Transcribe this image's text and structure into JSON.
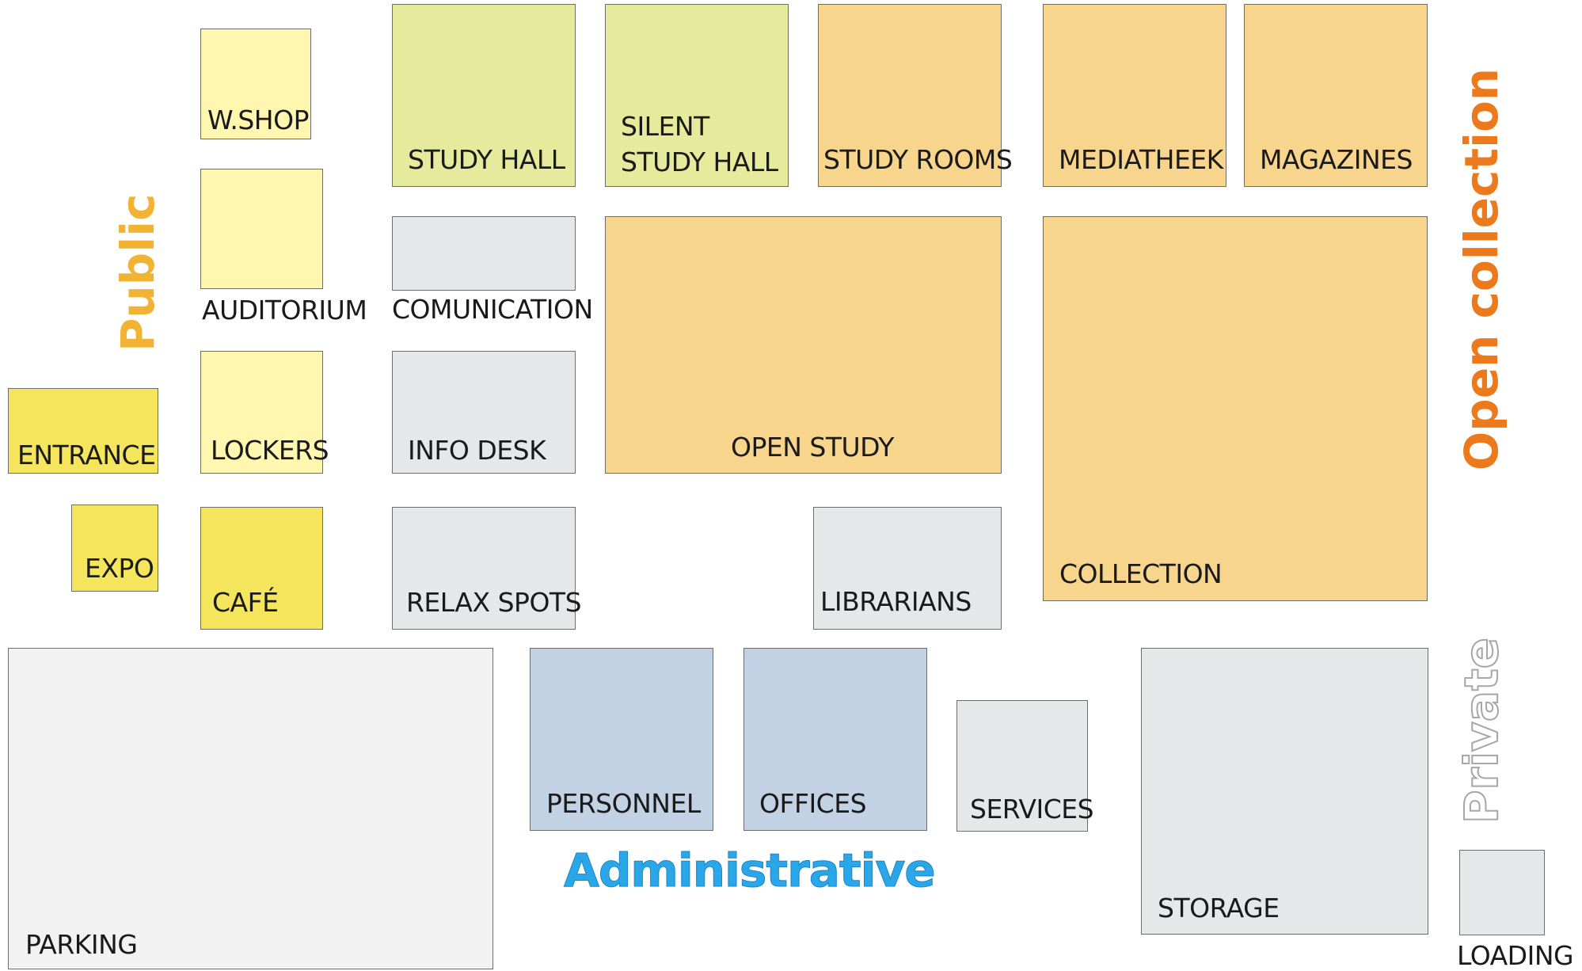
{
  "groups": {
    "public": {
      "label": "Public",
      "color": "#f2b233"
    },
    "open_collection": {
      "label": "Open collection",
      "color": "#ec7a1c"
    },
    "administrative": {
      "label": "Administrative",
      "color": "#2aa7e8"
    },
    "private": {
      "label": "Private",
      "color": "#d8d8d8"
    }
  },
  "colors": {
    "public_light": "#fff7b0",
    "public_dark": "#f5e55c",
    "study": "#e6ea9c",
    "orange": "#f8d58c",
    "grey": "#e6e7e9",
    "blue": "#c2d1e3",
    "pale": "#f2f2f2"
  },
  "rooms": {
    "wshop": "W.SHOP",
    "auditorium": "AUDITORIUM",
    "lockers": "LOCKERS",
    "entrance": "ENTRANCE",
    "expo": "EXPO",
    "cafe": "CAFÉ",
    "study_hall": "STUDY HALL",
    "silent_study_hall_line1": "SILENT",
    "silent_study_hall_line2": "STUDY HALL",
    "study_rooms": "STUDY ROOMS",
    "mediatheek": "MEDIATHEEK",
    "magazines": "MAGAZINES",
    "comunication": "COMUNICATION",
    "info_desk": "INFO DESK",
    "relax_spots": "RELAX SPOTS",
    "open_study": "OPEN STUDY",
    "librarians": "LIBRARIANS",
    "collection": "COLLECTION",
    "parking": "PARKING",
    "personnel": "PERSONNEL",
    "offices": "OFFICES",
    "services": "SERVICES",
    "storage": "STORAGE",
    "loading": "LOADING"
  }
}
